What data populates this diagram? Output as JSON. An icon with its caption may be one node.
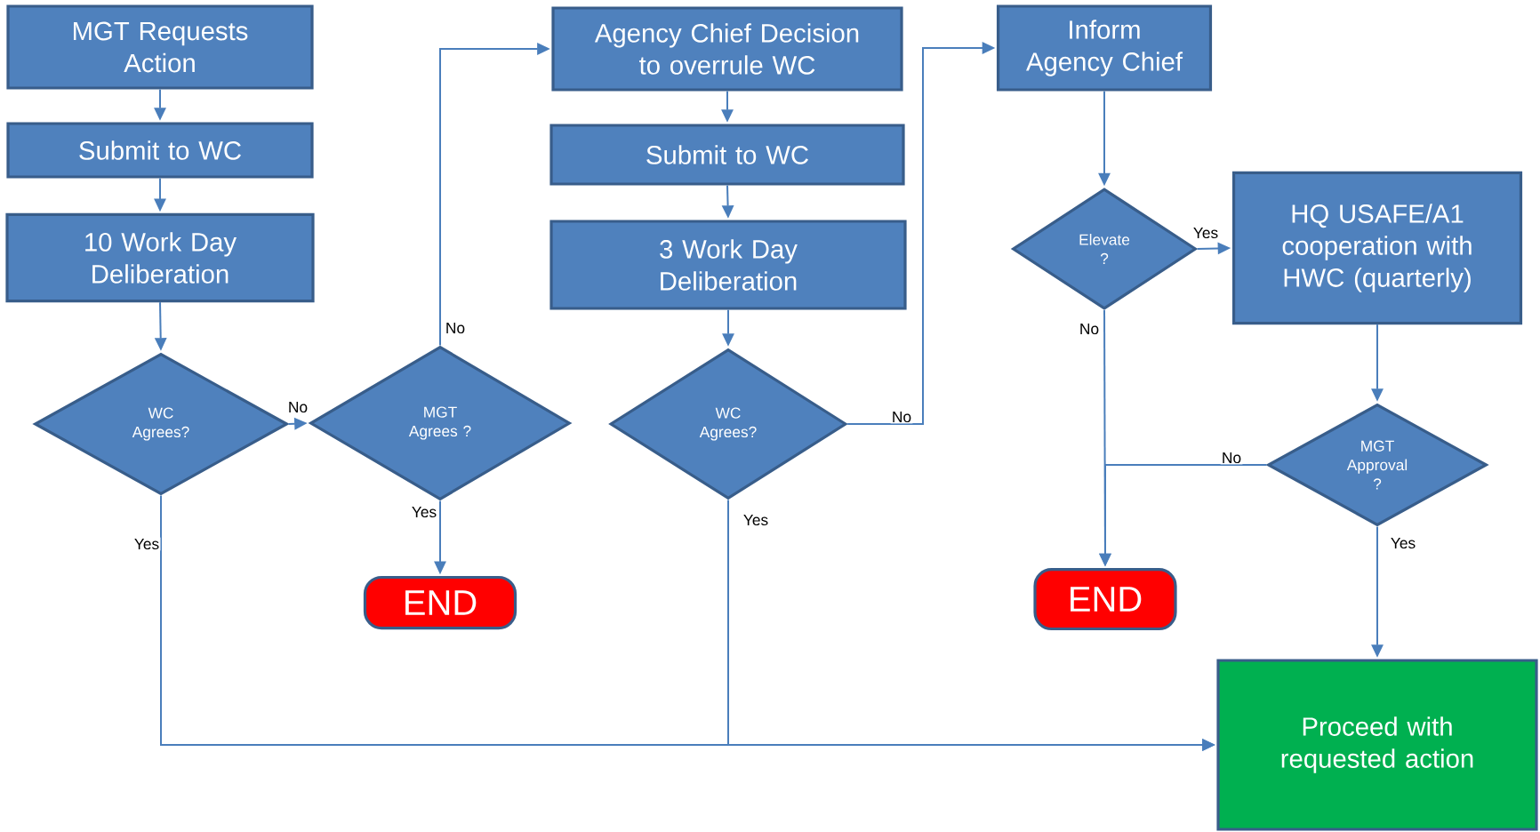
{
  "diagram": {
    "nodes": [
      {
        "text": [
          "MGT Requests Action"
        ]
      },
      {
        "text": [
          "Submit to WC"
        ]
      },
      {
        "text": [
          "10 Work Day Deliberation"
        ]
      },
      {
        "text": [
          "WC Agrees?"
        ]
      },
      {
        "text": [
          "MGT Agrees ?"
        ]
      },
      {
        "text": [
          "END"
        ]
      },
      {
        "text": [
          "Agency Chief Decision to overrule WC"
        ]
      },
      {
        "text": [
          "Submit to WC"
        ]
      },
      {
        "text": [
          "3 Work Day Deliberation"
        ]
      },
      {
        "text": [
          "WC Agrees?"
        ]
      },
      {
        "text": [
          "Inform Agency Chief"
        ]
      },
      {
        "text": [
          "Elevate ?"
        ]
      },
      {
        "text": [
          "HQ USAFE/A1 cooperation with HWC (quarterly)"
        ]
      },
      {
        "text": [
          "MGT Approval ?"
        ]
      },
      {
        "text": [
          "END"
        ]
      },
      {
        "text": [
          "Proceed with requested action"
        ]
      }
    ],
    "edges": [
      {
        "from": 0,
        "to": 1,
        "arrow": "to"
      },
      {
        "from": 1,
        "to": 2,
        "arrow": "to"
      },
      {
        "from": 2,
        "to": 3,
        "arrow": "to"
      },
      {
        "from": 3,
        "to": 4,
        "arrow": "to",
        "label": "No"
      },
      {
        "from": 4,
        "to": 6,
        "arrow": "to",
        "label": "No"
      },
      {
        "from": 4,
        "to": 5,
        "arrow": "to",
        "label": "Yes"
      },
      {
        "from": 3,
        "to": 15,
        "arrow": "to",
        "label": "Yes"
      },
      {
        "from": 6,
        "to": 7,
        "arrow": "to"
      },
      {
        "from": 7,
        "to": 8,
        "arrow": "to"
      },
      {
        "from": 8,
        "to": 9,
        "arrow": "to"
      },
      {
        "from": 9,
        "to": 15,
        "arrow": "to",
        "label": "Yes"
      },
      {
        "from": 9,
        "to": 10,
        "arrow": "to",
        "label": "No"
      },
      {
        "from": 10,
        "to": 11,
        "arrow": "to"
      },
      {
        "from": 11,
        "to": 12,
        "arrow": "to",
        "label": "Yes"
      },
      {
        "from": 11,
        "to": 14,
        "arrow": "to",
        "label": "No"
      },
      {
        "from": 12,
        "to": 13,
        "arrow": "to"
      },
      {
        "from": 13,
        "to": 14,
        "arrow": "to",
        "label": "No"
      },
      {
        "from": 13,
        "to": 15,
        "arrow": "to",
        "label": "Yes"
      }
    ]
  }
}
